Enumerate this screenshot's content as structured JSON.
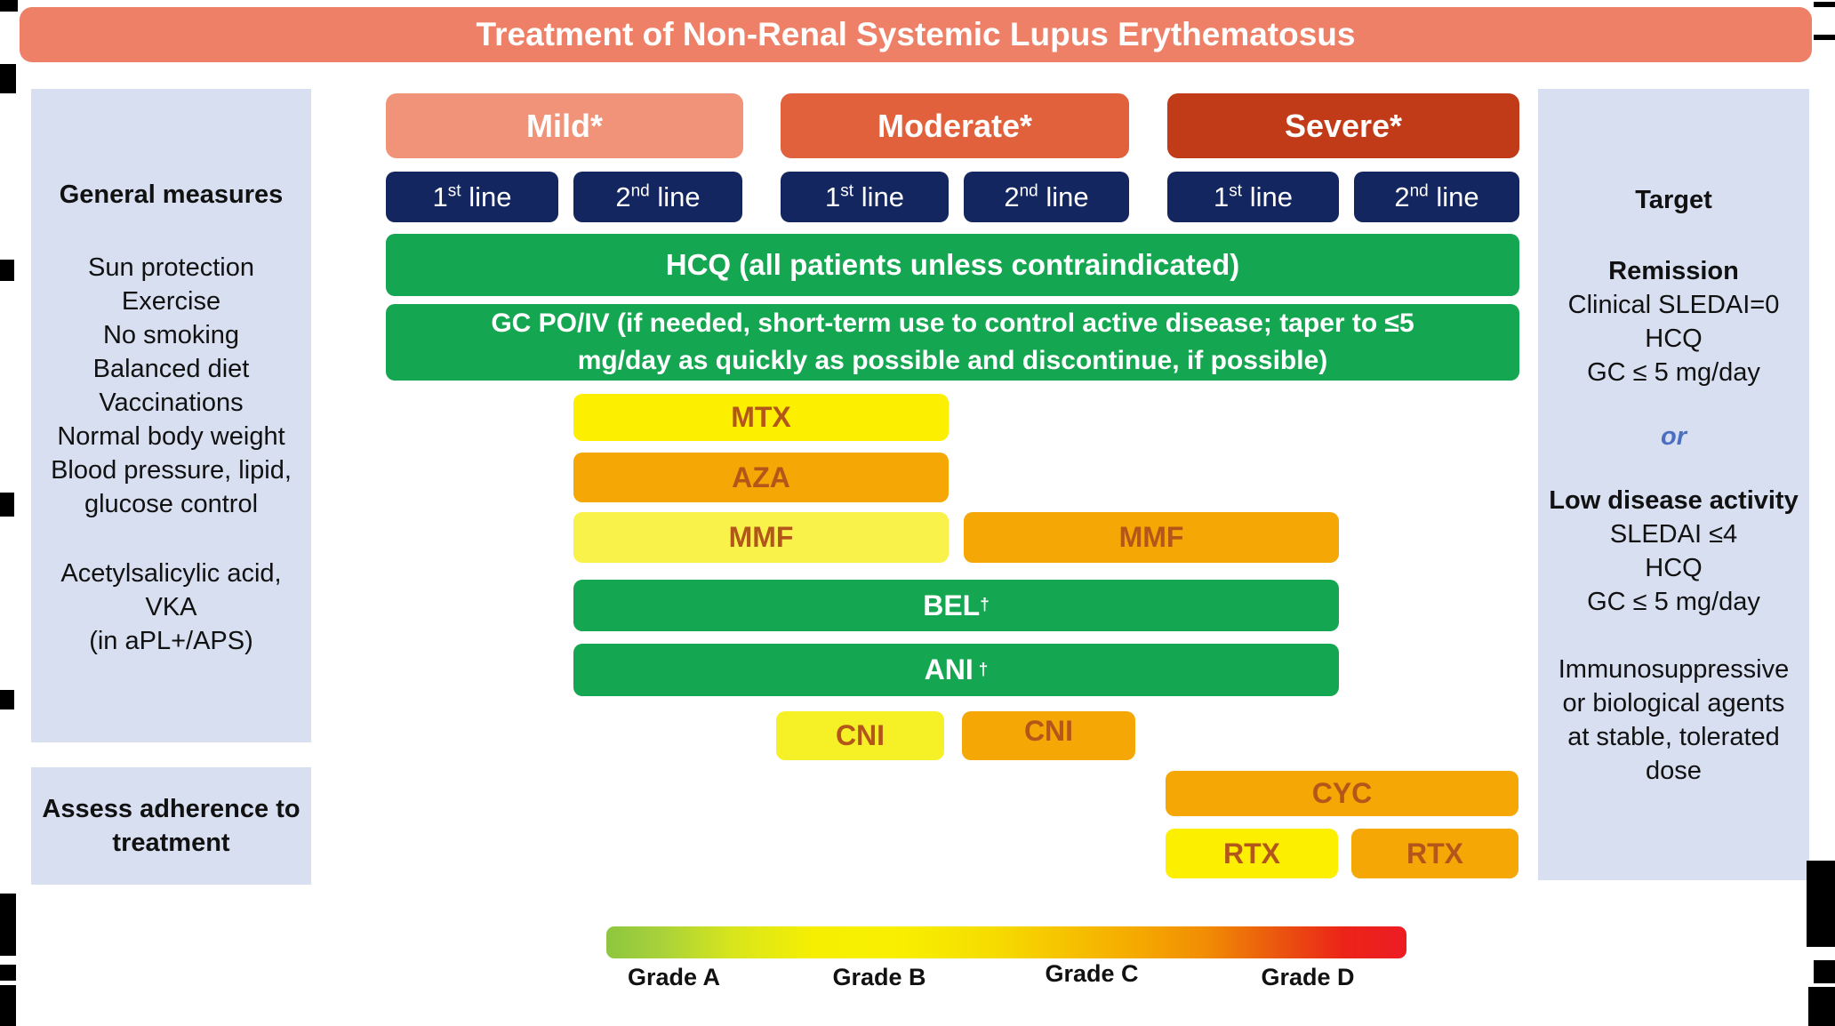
{
  "title": "Treatment of Non-Renal Systemic Lupus Erythematosus",
  "severity_headers": [
    {
      "label": "Mild*"
    },
    {
      "label": "Moderate*"
    },
    {
      "label": "Severe*"
    }
  ],
  "line_buttons": {
    "first": {
      "num": "1",
      "sup": "st",
      "rest": " line"
    },
    "second": {
      "num": "2",
      "sup": "nd",
      "rest": " line"
    }
  },
  "main_bars": {
    "hcq": "HCQ (all patients unless contraindicated)",
    "gc_line1": "GC PO/IV (if needed, short-term use to control active disease; taper to ≤5",
    "gc_line2": "mg/day as quickly as possible and discontinue, if possible)"
  },
  "drugs": {
    "mtx": "MTX",
    "aza": "AZA",
    "mmf": "MMF",
    "bel": "BEL",
    "ani": "ANI",
    "cni": "CNI",
    "cyc": "CYC",
    "rtx": "RTX",
    "dagger": "†"
  },
  "left_panel": {
    "heading": "General measures",
    "lines": [
      "Sun protection",
      "Exercise",
      "No smoking",
      "Balanced diet",
      "Vaccinations",
      "Normal body weight",
      "Blood pressure, lipid,",
      "glucose control"
    ],
    "lines2": [
      "Acetylsalicylic acid,",
      "VKA",
      "(in aPL+/APS)"
    ],
    "adherence": "Assess adherence to treatment"
  },
  "right_panel": {
    "heading": "Target",
    "remission_heading": "Remission",
    "remission_lines": [
      "Clinical SLEDAI=0",
      "HCQ",
      "GC ≤ 5 mg/day"
    ],
    "or_label": "or",
    "lda_heading": "Low disease activity",
    "lda_lines": [
      "SLEDAI ≤4",
      "HCQ",
      "GC ≤ 5 mg/day"
    ],
    "note_lines": [
      "Immunosuppressive",
      "or biological agents",
      "at stable, tolerated",
      "dose"
    ]
  },
  "legend": {
    "grade_a": "Grade A",
    "grade_b": "Grade B",
    "grade_c": "Grade C",
    "grade_d": "Grade D"
  },
  "colors": {
    "title_bar": "#ee8067",
    "mild": "#f09378",
    "moderate": "#e2613d",
    "severe": "#c23b18",
    "navy": "#14265f",
    "green": "#14a650",
    "yellow": "#fcf000",
    "pale_yellow": "#f8f24a",
    "orange": "#f5a705",
    "panel_blue": "#d7dff1",
    "drug_text": "#b2561a",
    "or_blue": "#4a6fc0"
  }
}
